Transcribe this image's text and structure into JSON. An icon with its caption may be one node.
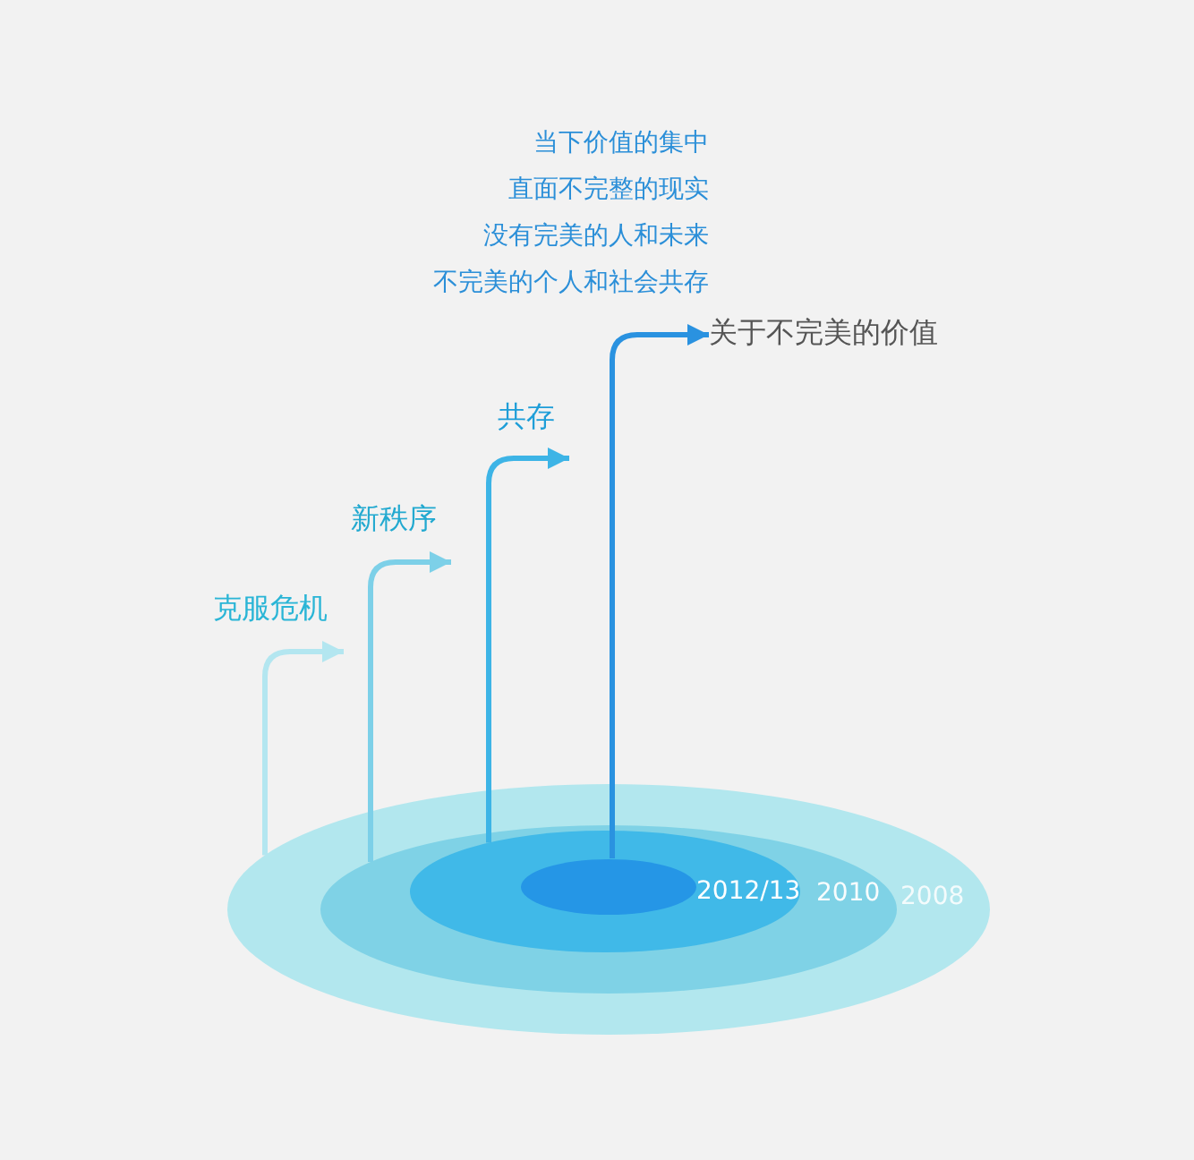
{
  "diagram": {
    "nodes": [
      {
        "text": [
          "2008"
        ]
      },
      {
        "text": [
          "2010"
        ],
        "in": 0
      },
      {
        "text": [
          "2012/13"
        ],
        "in": 1
      },
      {
        "text": [],
        "shape": "ellipse",
        "in": 2
      },
      {
        "text": [
          "克服危机"
        ]
      },
      {
        "text": [
          "新秩序"
        ]
      },
      {
        "text": [
          "共存"
        ]
      },
      {
        "text": [
          "关于不完美的价值"
        ]
      }
    ],
    "edges": [
      {
        "from": 0,
        "to": 4,
        "arrow": "to",
        "color": "#b3e6f0"
      },
      {
        "from": 1,
        "to": 5,
        "arrow": "to",
        "color": "#7dd0e8"
      },
      {
        "from": 2,
        "to": 6,
        "arrow": "to",
        "color": "#3db4e6"
      },
      {
        "from": 3,
        "to": 7,
        "arrow": "to",
        "color": "#2a92e0"
      }
    ],
    "labels": [
      "当下价值的集中",
      "直面不完整的现实",
      "没有完美的人和未来",
      "不完美的个人和社会共存"
    ]
  }
}
